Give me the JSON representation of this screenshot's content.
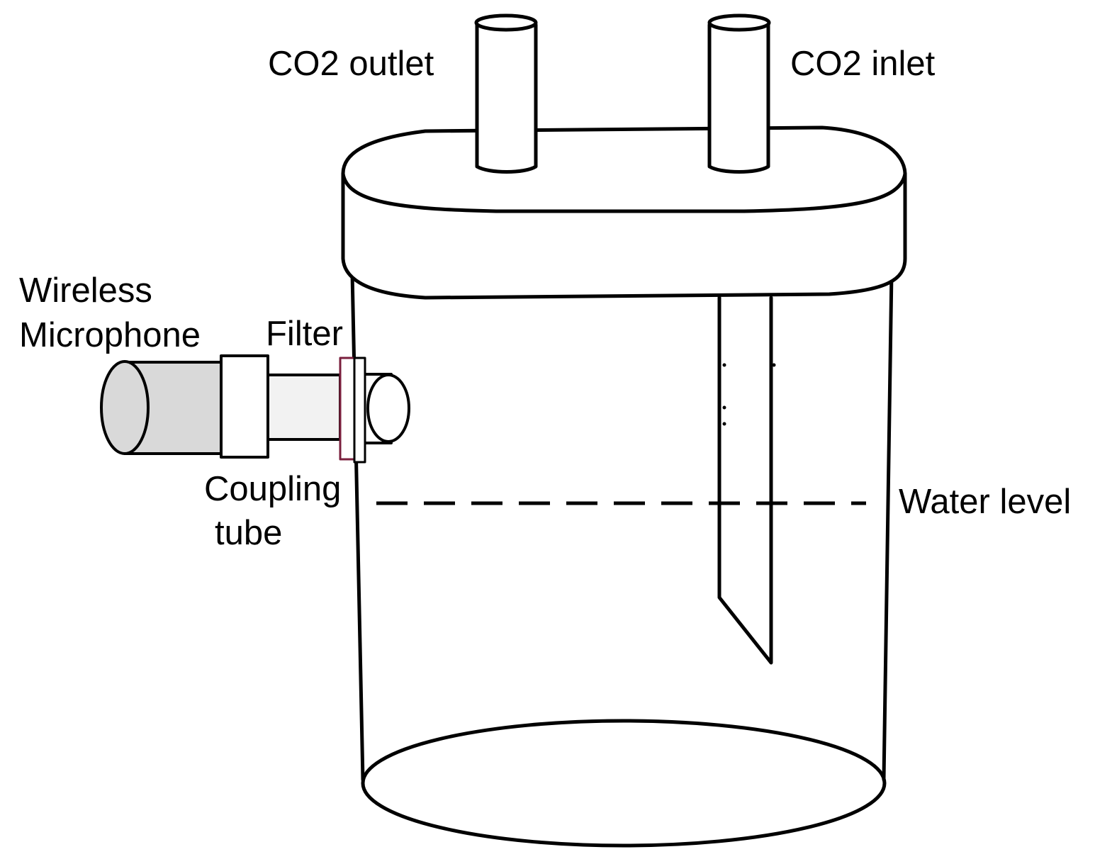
{
  "labels": {
    "co2_outlet": "CO2 outlet",
    "co2_inlet": "CO2 inlet",
    "wireless_microphone_line1": "Wireless",
    "wireless_microphone_line2": "Microphone",
    "filter": "Filter",
    "coupling_tube_line1": "Coupling",
    "coupling_tube_line2": "tube",
    "water_level": "Water level"
  },
  "colors": {
    "stroke": "#000000",
    "microphone_fill": "#d9d9d9",
    "coupling_fill": "#f2f2f2",
    "filter_stroke": "#7a1f3d",
    "background": "#ffffff"
  }
}
